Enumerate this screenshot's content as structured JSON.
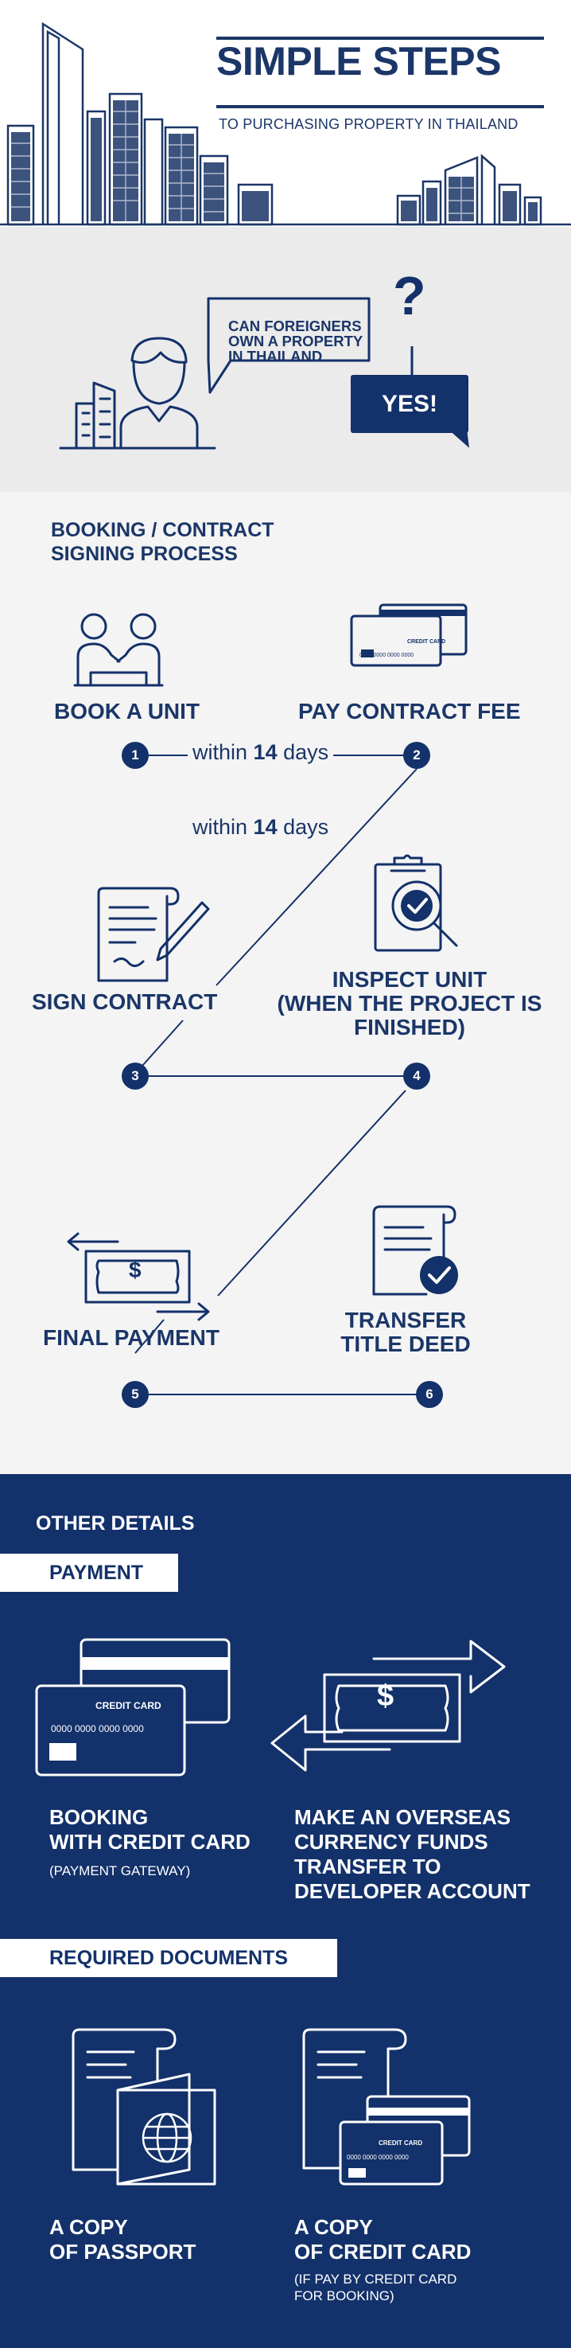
{
  "header": {
    "title": "SIMPLE STEPS",
    "subtitle": "TO PURCHASING PROPERTY IN THAILAND"
  },
  "hero": {
    "question": "CAN FOREIGNERS\nOWN A PROPERTY\nIN THAILAND",
    "question_mark": "?",
    "answer": "YES!"
  },
  "steps": {
    "section_title": "BOOKING / CONTRACT\nSIGNING PROCESS",
    "items": [
      {
        "num": "1",
        "label": "BOOK A UNIT"
      },
      {
        "num": "2",
        "label": "PAY CONTRACT FEE"
      },
      {
        "num": "3",
        "label": "SIGN CONTRACT"
      },
      {
        "num": "4",
        "label": "INSPECT UNIT\n(WHEN THE PROJECT IS\nFINISHED)"
      },
      {
        "num": "5",
        "label": "FINAL PAYMENT"
      },
      {
        "num": "6",
        "label": "TRANSFER\nTITLE DEED"
      }
    ],
    "within_prefix": "within",
    "within_days_number": "14",
    "within_suffix": "days",
    "card_text": "CREDIT CARD",
    "card_number": "0000 0000 0000 0000",
    "dollar": "$"
  },
  "details": {
    "title": "OTHER DETAILS",
    "payment_tag": "PAYMENT",
    "payment_items": [
      {
        "label": "BOOKING\nWITH CREDIT CARD",
        "note": "(PAYMENT GATEWAY)"
      },
      {
        "label": "MAKE AN OVERSEAS\nCURRENCY FUNDS\nTRANSFER TO\nDEVELOPER ACCOUNT",
        "note": ""
      }
    ],
    "docs_tag": "REQUIRED DOCUMENTS",
    "doc_items": [
      {
        "label": "A COPY\nOF PASSPORT",
        "note": ""
      },
      {
        "label": "A COPY\nOF CREDIT CARD",
        "note": "(IF PAY BY CREDIT CARD\nFOR BOOKING)"
      }
    ],
    "card_text": "CREDIT CARD",
    "card_number": "0000 0000 0000 0000",
    "dollar": "$"
  },
  "colors": {
    "navy": "#13316a",
    "navy_text": "#1b3668",
    "hero_bg": "#ebebeb",
    "steps_bg": "#f4f4f4",
    "white": "#ffffff"
  }
}
